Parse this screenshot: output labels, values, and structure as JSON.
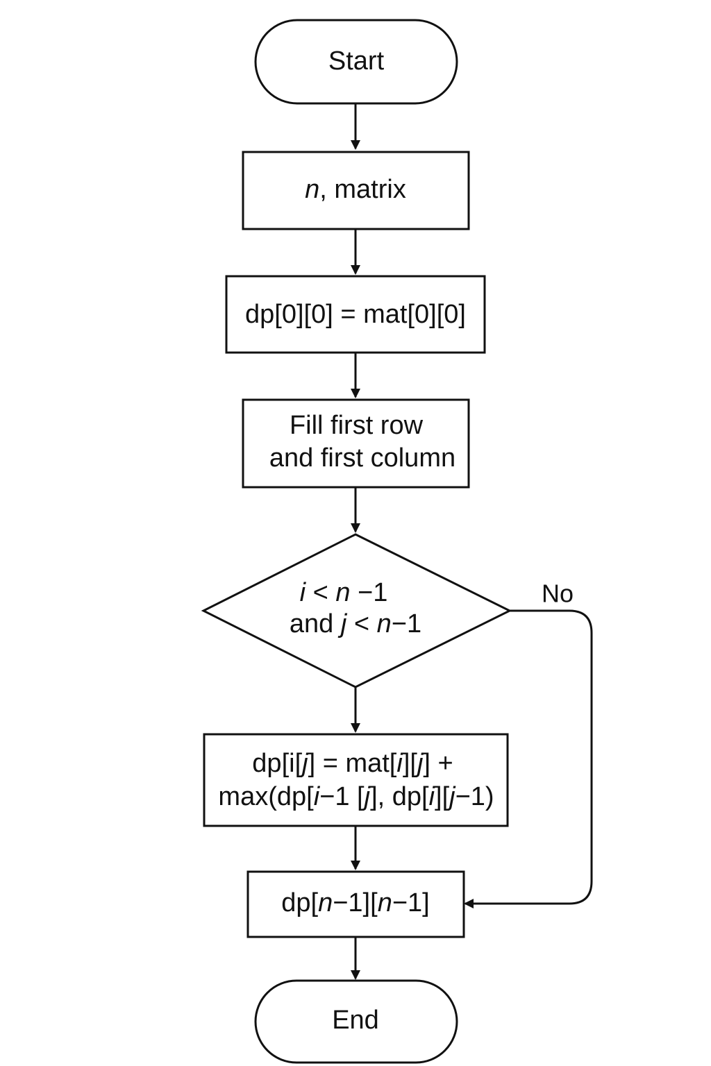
{
  "diagram": {
    "nodes": {
      "start": {
        "label": "Start"
      },
      "input": {
        "var": "n",
        "rest": ", matrix"
      },
      "init": {
        "label": "dp[0][0] = mat[0][0]"
      },
      "fill": {
        "line1": "Fill first row",
        "line2": "and first column"
      },
      "decision": {
        "line1_i": "i",
        "line1_op": " < ",
        "line1_n": "n",
        "line1_tail": " −1",
        "line2_and": "and ",
        "line2_j": "j",
        "line2_op": " < ",
        "line2_n": "n",
        "line2_tail": "−1"
      },
      "compute": {
        "l1_a": "dp[i[",
        "l1_b": "j",
        "l1_c": "] = mat[",
        "l1_d": "i",
        "l1_e": "][",
        "l1_f": "j",
        "l1_g": "] +",
        "l2_a": "max(dp[",
        "l2_b": "i",
        "l2_c": "−1 [",
        "l2_d": "j",
        "l2_e": "], dp[",
        "l2_f": "i",
        "l2_g": "][",
        "l2_h": "j",
        "l2_i": "−1)"
      },
      "result": {
        "a": "dp[",
        "b": "n",
        "c": "−1][",
        "d": "n",
        "e": "−1]"
      },
      "end": {
        "label": "End"
      }
    },
    "edge_labels": {
      "no": "No"
    },
    "colors": {
      "stroke": "#111111",
      "fill": "#ffffff",
      "background": "#ffffff"
    }
  }
}
